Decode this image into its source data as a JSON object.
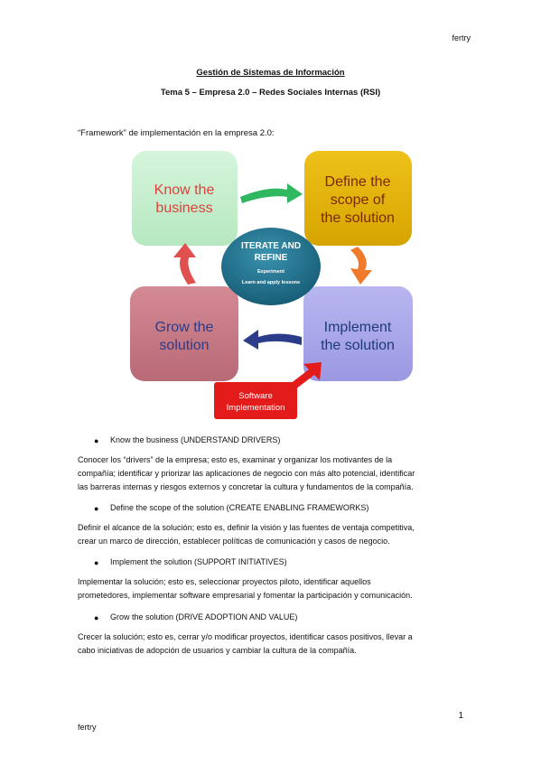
{
  "header": {
    "author": "fertry"
  },
  "title": {
    "line1": "Gestión de Sistemas de Información",
    "line2": "Tema 5 – Empresa 2.0 – Redes Sociales Internas (RSI)"
  },
  "intro": "“Framework” de implementación en la empresa 2.0:",
  "diagram": {
    "boxes": {
      "know": {
        "line1": "Know the",
        "line2": "business",
        "color": "#c6efce",
        "text_color": "#e0403c"
      },
      "define": {
        "line1": "Define the",
        "line2": "scope of",
        "line3": "the solution",
        "color": "#e0b000",
        "text_color": "#7a2a00"
      },
      "implement": {
        "line1": "Implement",
        "line2": "the solution",
        "color": "#a9a6ea",
        "text_color": "#1d3a7a"
      },
      "grow": {
        "line1": "Grow the",
        "line2": "solution",
        "color": "#c67a86",
        "text_color": "#2d3b86"
      }
    },
    "center": {
      "line1": "ITERATE AND",
      "line2": "REFINE",
      "line3": "Experiment",
      "line4": "Learn and apply lessons",
      "color": "#1f6f8b"
    },
    "software": {
      "line1": "Software",
      "line2": "Implementation",
      "color": "#e41b1b"
    },
    "arrow_colors": {
      "top": "#2fb860",
      "right": "#f07a2a",
      "bottom": "#2a3c8a",
      "left": "#e0504e"
    }
  },
  "sections": [
    {
      "bullet": "Know the business (UNDERSTAND DRIVERS)",
      "lines": [
        "Conocer los “drivers” de la empresa; esto es, examinar y organizar los motivantes de la",
        "compañía; identificar y priorizar las aplicaciones de negocio con más alto potencial, identificar",
        "las barreras internas y riesgos externos y concretar la cultura y fundamentos de la compañía."
      ]
    },
    {
      "bullet": "Define the scope of the solution (CREATE ENABLING FRAMEWORKS)",
      "lines": [
        "Definir el alcance de la solución; esto es, definir la visión y las fuentes de ventaja competitiva,",
        "crear un marco de dirección, establecer políticas de comunicación y casos de negocio."
      ]
    },
    {
      "bullet": "Implement the solution (SUPPORT INITIATIVES)",
      "lines": [
        "Implementar la solución; esto es, seleccionar proyectos piloto, identificar aquellos",
        "prometedores, implementar software empresarial y fomentar la participación y comunicación."
      ]
    },
    {
      "bullet": "Grow the solution (DRIVE ADOPTION AND VALUE)",
      "lines": [
        "Crecer la solución; esto es, cerrar y/o modificar proyectos, identificar casos positivos, llevar a",
        "cabo iniciativas de adopción de usuarios y cambiar la cultura de la compañía."
      ]
    }
  ],
  "footer": {
    "author": "fertry",
    "page_number": "1"
  }
}
